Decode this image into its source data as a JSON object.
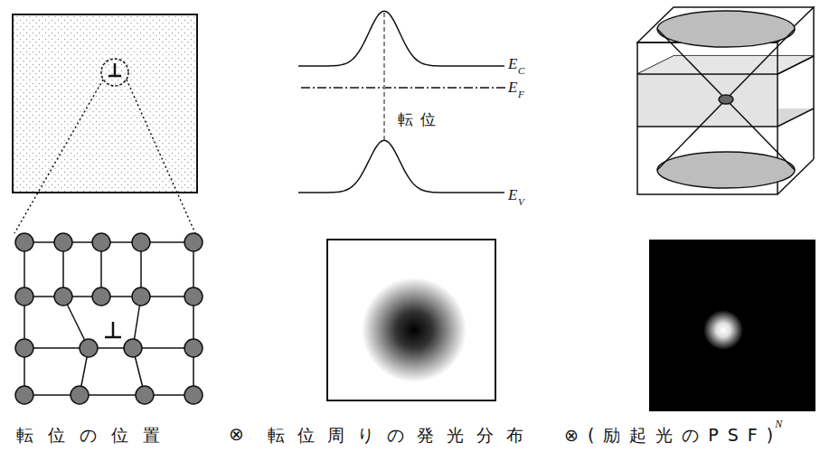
{
  "diagram": {
    "labels": [
      "E",
      "C",
      "E",
      "F",
      "転位",
      "E",
      "V",
      "転位の位置",
      "⊗",
      "転位周りの発光分布",
      "⊗(励起光のPSF)",
      "N"
    ]
  }
}
